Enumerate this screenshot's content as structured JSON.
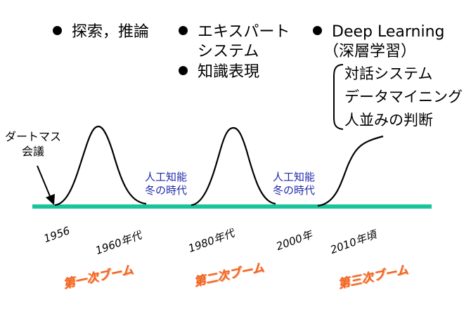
{
  "topics": [
    {
      "lines": [
        "探索，推論"
      ]
    },
    {
      "lines": [
        "エキスパート",
        "システム"
      ]
    },
    {
      "lines": [
        "知識表現"
      ]
    },
    {
      "lines": [
        "Deep Learning",
        "（深層学習）"
      ]
    }
  ],
  "callout_items": [
    "対話システム",
    "データマイニング",
    "人並みの判断"
  ],
  "dartmouth_label": [
    "ダートマス",
    "会議"
  ],
  "winter_label": [
    "人工知能",
    "冬の時代"
  ],
  "years": [
    "1956",
    "1960年代",
    "1980年代",
    "2000年",
    "2010年頃"
  ],
  "booms": [
    "第一次ブーム",
    "第二次ブーム",
    "第三次ブーム"
  ],
  "colors": {
    "timeline": "#19c49a",
    "winter_text": "#1f2aa8",
    "boom_text": "#f26522"
  }
}
